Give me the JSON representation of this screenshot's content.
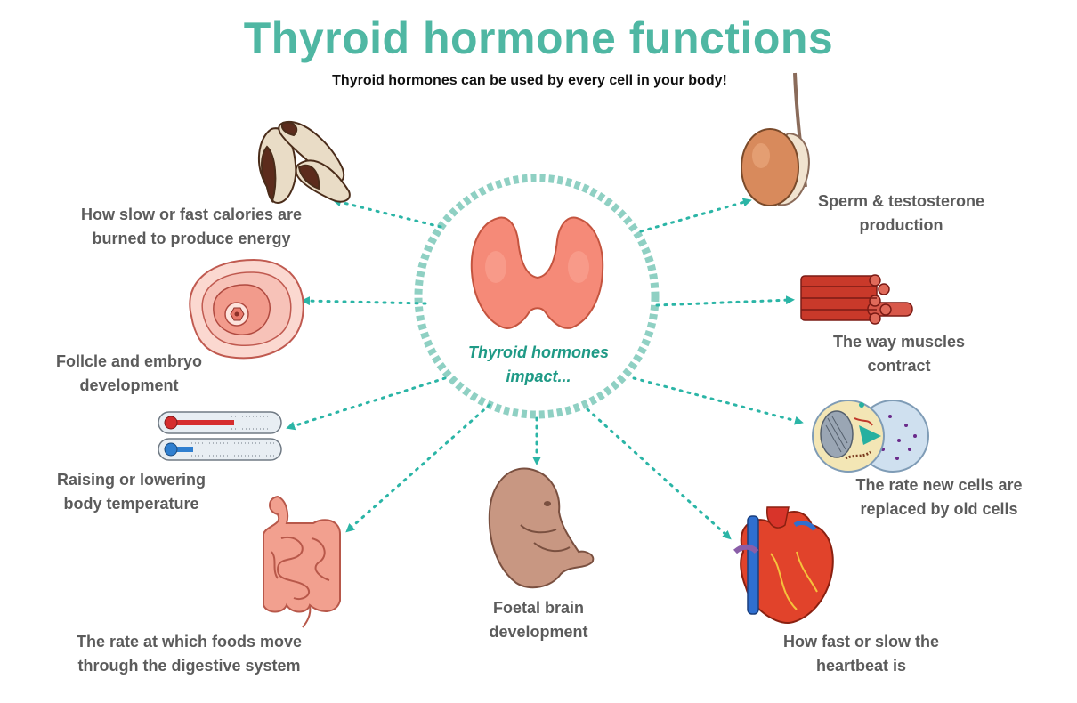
{
  "title": "Thyroid hormone functions",
  "subtitle": "Thyroid hormones can be used by every cell in your body!",
  "center": {
    "line1": "Thyroid hormones",
    "line2": "impact..."
  },
  "colors": {
    "title": "#4fb7a3",
    "arrow": "#2bb5a6",
    "ring": "#8fd0c3",
    "label": "#5b5b5b",
    "center_text": "#1f9a86"
  },
  "functions": [
    {
      "id": "energy",
      "icon": "brazil-nuts-icon",
      "line1": "How slow or fast calories are",
      "line2": "burned to produce energy"
    },
    {
      "id": "follicle",
      "icon": "follicle-icon",
      "line1": "Follcle and embryo",
      "line2": "development"
    },
    {
      "id": "temperature",
      "icon": "thermometer-icon",
      "line1": "Raising or lowering",
      "line2": "body temperature"
    },
    {
      "id": "digestion",
      "icon": "intestine-icon",
      "line1": "The rate at which foods move",
      "line2": "through the digestive system"
    },
    {
      "id": "brain",
      "icon": "fetus-icon",
      "line1": "Foetal brain",
      "line2": "development"
    },
    {
      "id": "heartbeat",
      "icon": "heart-icon",
      "line1": "How fast or slow the",
      "line2": "heartbeat is"
    },
    {
      "id": "cells",
      "icon": "cell-division-icon",
      "line1": "The rate new cells are",
      "line2": "replaced by old cells"
    },
    {
      "id": "muscles",
      "icon": "muscle-fibers-icon",
      "line1": "The way muscles",
      "line2": "contract"
    },
    {
      "id": "sperm",
      "icon": "testis-icon",
      "line1": "Sperm & testosterone",
      "line2": "production"
    }
  ]
}
